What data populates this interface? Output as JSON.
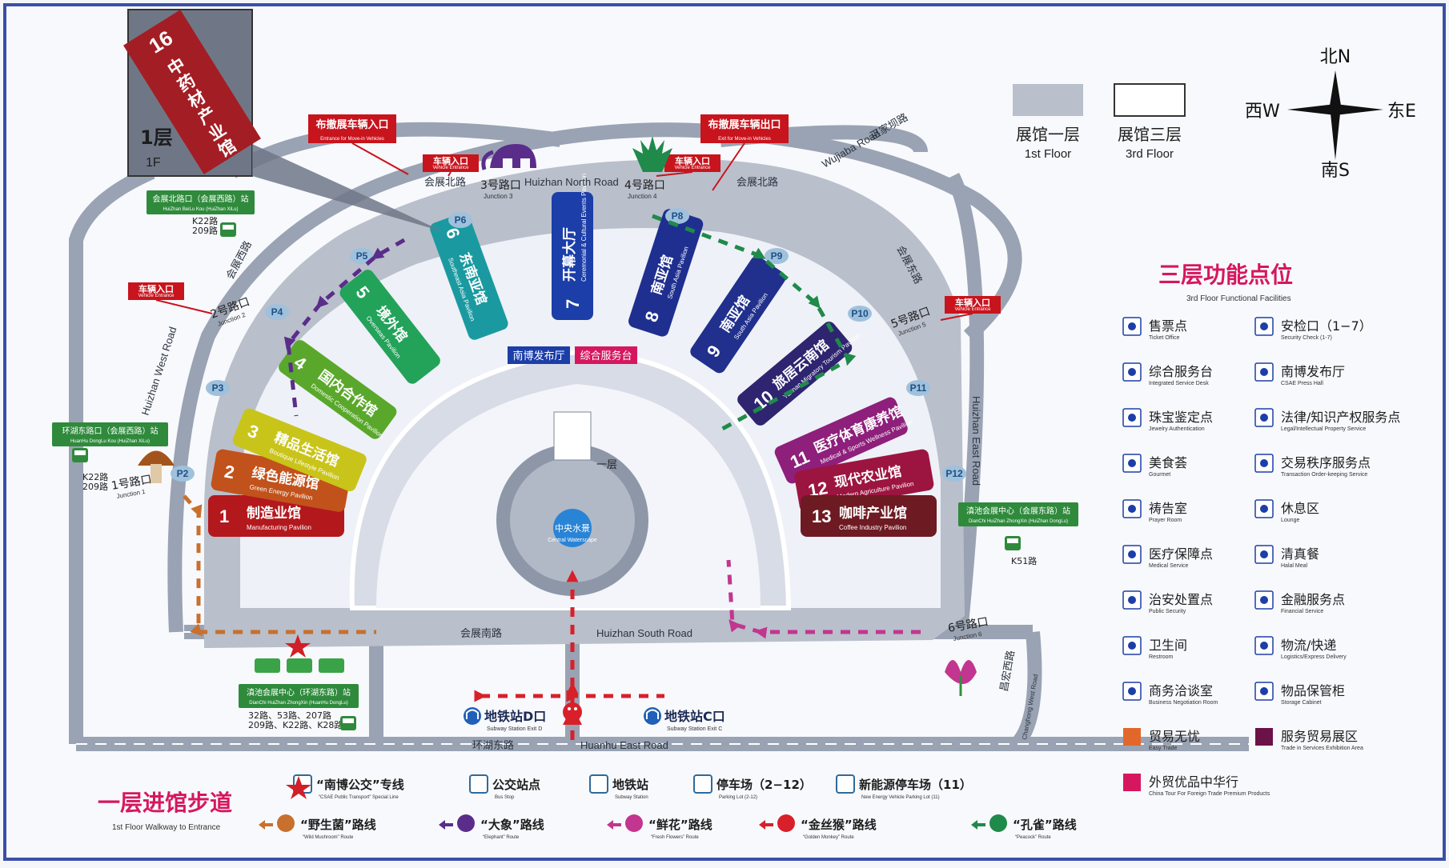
{
  "building": {
    "hall16_num": "16",
    "hall16_name": "中药材产业馆",
    "floor_cn": "1层",
    "floor_en": "1F",
    "central_cn": "中央水景",
    "central_en": "Central Waterscape",
    "first_floor": "一层",
    "press_hall": "南博发布厅",
    "service_desk": "综合服务台"
  },
  "pavilions": [
    {
      "num": "1",
      "cn": "制造业馆",
      "en": "Manufacturing Pavilion",
      "color": "#b3181d"
    },
    {
      "num": "2",
      "cn": "绿色能源馆",
      "en": "Green Energy Pavilion",
      "color": "#c2521b"
    },
    {
      "num": "3",
      "cn": "精品生活馆",
      "en": "Boutique Lifestyle Pavilion",
      "color": "#c9c41a"
    },
    {
      "num": "4",
      "cn": "国内合作馆",
      "en": "Domestic Cooperation Pavilion",
      "color": "#5aa82b"
    },
    {
      "num": "5",
      "cn": "境外馆",
      "en": "Overseas Pavilion",
      "color": "#23a25a"
    },
    {
      "num": "6",
      "cn": "东南亚馆",
      "en": "Southeast Asia Pavilion",
      "color": "#1a9aa0"
    },
    {
      "num": "7",
      "cn": "开幕大厅",
      "en": "Ceremonial & Cultural Events Pavilion",
      "color": "#1c3ea8"
    },
    {
      "num": "8",
      "cn": "南亚馆",
      "en": "South Asia Pavilion",
      "color": "#1f2f8f"
    },
    {
      "num": "9",
      "cn": "南亚馆",
      "en": "South Asia Pavilion",
      "color": "#20308c"
    },
    {
      "num": "10",
      "cn": "旅居云南馆",
      "en": "Yunnan Migratory Tourism Pavilion",
      "color": "#2e2470"
    },
    {
      "num": "11",
      "cn": "医疗体育康养馆",
      "en": "Medical & Sports Wellness Pavilion",
      "color": "#8e1f7b"
    },
    {
      "num": "12",
      "cn": "现代农业馆",
      "en": "Modern Agriculture Pavilion",
      "color": "#9c1540"
    },
    {
      "num": "13",
      "cn": "咖啡产业馆",
      "en": "Coffee Industry Pavilion",
      "color": "#6e1a22"
    }
  ],
  "roads": {
    "north_cn": "会展北路",
    "north_en": "Huizhan North Road",
    "south_cn": "会展南路",
    "south_en": "Huizhan South Road",
    "west_cn": "会展西路",
    "west_en": "Huizhan West Road",
    "east_cn": "会展东路",
    "east_en": "Huizhan East Road",
    "wujiaba_cn": "巫家坝路",
    "wujiaba_en": "Wujiaba Road",
    "huanhu_cn": "环湖东路",
    "huanhu_en": "Huanhu East Road",
    "changhong_cn": "昌宏西路",
    "changhong_en": "Changhong West Road"
  },
  "junctions": [
    {
      "cn": "1号路口",
      "en": "Junction 1"
    },
    {
      "cn": "2号路口",
      "en": "Junction 2"
    },
    {
      "cn": "3号路口",
      "en": "Junction 3"
    },
    {
      "cn": "4号路口",
      "en": "Junction 4"
    },
    {
      "cn": "5号路口",
      "en": "Junction 5"
    },
    {
      "cn": "6号路口",
      "en": "Junction 6"
    }
  ],
  "callouts": {
    "move_in_cn": "布撤展车辆入口",
    "move_in_en": "Entrance for Move-in Vehicles",
    "move_out_cn": "布撤展车辆出口",
    "move_out_en": "Exit for Move-in Vehicles",
    "vehicle_cn": "车辆入口",
    "vehicle_en": "Vehicle Entrance"
  },
  "stations": {
    "north_cn": "会展北路口（会展西路）站",
    "north_en": "HuiZhan BeiLu Kou (HuiZhan XiLu)",
    "north_lines": "K22路\n209路",
    "west_cn": "环湖东路口（会展西路）站",
    "west_en": "HuanHu DongLu Kou (HuiZhan XiLu)",
    "west_lines_a": "K22路",
    "west_lines_b": "209路",
    "east_cn": "滇池会展中心（会展东路）站",
    "east_en": "DianChi HuiZhan ZhongXin (HuiZhan DongLu)",
    "east_lines": "K51路",
    "south_cn": "滇池会展中心（环湖东路）站",
    "south_en": "DianChi HuiZhan ZhongXin (HuanHu DongLu)",
    "south_lines_a": "32路、53路、207路",
    "south_lines_b": "209路、K22路、K28路",
    "subway_d_cn": "地铁站D口",
    "subway_d_en": "Subway Station Exit D",
    "subway_c_cn": "地铁站C口",
    "subway_c_en": "Subway Station Exit C"
  },
  "parking": [
    "P2",
    "P3",
    "P4",
    "P5",
    "P6",
    "P8",
    "P9",
    "P10",
    "P11",
    "P12"
  ],
  "floor_legend": {
    "f1_cn": "展馆一层",
    "f1_en": "1st Floor",
    "f3_cn": "展馆三层",
    "f3_en": "3rd Floor",
    "f1_color": "#b9bfcb",
    "f3_color": "#ffffff"
  },
  "compass": {
    "n": "北N",
    "s": "南S",
    "e": "东E",
    "w": "西W"
  },
  "facilities": {
    "title_cn": "三层功能点位",
    "title_en": "3rd Floor Functional Facilities",
    "items": [
      {
        "cn": "售票点",
        "en": "Ticket Office",
        "icon": "ticket-icon"
      },
      {
        "cn": "安检口（1−7）",
        "en": "Security Check (1-7)",
        "icon": "security-icon"
      },
      {
        "cn": "综合服务台",
        "en": "Integrated Service Desk",
        "icon": "service-desk-icon"
      },
      {
        "cn": "南博发布厅",
        "en": "CSAE Press Hall",
        "icon": "press-icon"
      },
      {
        "cn": "珠宝鉴定点",
        "en": "Jewelry Authentication",
        "icon": "jewelry-icon"
      },
      {
        "cn": "法律/知识产权服务点",
        "en": "Legal/Intellectual Property Service",
        "icon": "legal-icon"
      },
      {
        "cn": "美食荟",
        "en": "Gourmet",
        "icon": "food-icon"
      },
      {
        "cn": "交易秩序服务点",
        "en": "Transaction Order-keeping Service",
        "icon": "12315-icon"
      },
      {
        "cn": "祷告室",
        "en": "Prayer Room",
        "icon": "prayer-icon"
      },
      {
        "cn": "休息区",
        "en": "Lounge",
        "icon": "lounge-icon"
      },
      {
        "cn": "医疗保障点",
        "en": "Medical Service",
        "icon": "medical-icon"
      },
      {
        "cn": "清真餐",
        "en": "Halal Meal",
        "icon": "halal-icon"
      },
      {
        "cn": "治安处置点",
        "en": "Public Security",
        "icon": "police-icon"
      },
      {
        "cn": "金融服务点",
        "en": "Financial Service",
        "icon": "finance-icon"
      },
      {
        "cn": "卫生间",
        "en": "Restroom",
        "icon": "restroom-icon"
      },
      {
        "cn": "物流/快递",
        "en": "Logistics/Express Delivery",
        "icon": "logistics-icon"
      },
      {
        "cn": "商务洽谈室",
        "en": "Business Negotiation Room",
        "icon": "business-icon"
      },
      {
        "cn": "物品保管柜",
        "en": "Storage Cabinet",
        "icon": "storage-icon"
      },
      {
        "cn": "贸易无忧",
        "en": "Easy Trade",
        "icon": "easy-trade-icon",
        "color": "#e2672b"
      },
      {
        "cn": "服务贸易展区",
        "en": "Trade in Services Exhibition Area",
        "icon": "services-area-icon",
        "color": "#6b1248"
      },
      {
        "cn": "外贸优品中华行",
        "en": "China Tour For Foreign Trade Premium Products",
        "icon": "china-tour-icon",
        "color": "#d6175f"
      }
    ]
  },
  "walkway_legend": {
    "title_cn": "一层进馆步道",
    "title_en": "1st Floor Walkway to Entrance",
    "items": [
      {
        "cn": "“南博公交”专线",
        "en": "“CSAE Public Transport” Special Line",
        "icon": "bus-star-icon"
      },
      {
        "cn": "公交站点",
        "en": "Bus Stop",
        "icon": "bus-stop-icon"
      },
      {
        "cn": "地铁站",
        "en": "Subway Station",
        "icon": "subway-icon"
      },
      {
        "cn": "停车场（2−12）",
        "en": "Parking Lot (2-12)",
        "icon": "parking-icon"
      },
      {
        "cn": "新能源停车场（11）",
        "en": "New Energy Vehicle Parking Lot (11)",
        "icon": "ev-parking-icon"
      },
      {
        "cn": "“野生菌”路线",
        "en": "“Wild Mushroom” Route",
        "icon": "mushroom-icon",
        "color": "#c8702e"
      },
      {
        "cn": "“大象”路线",
        "en": "“Elephant” Route",
        "icon": "elephant-icon",
        "color": "#5a2d8a"
      },
      {
        "cn": "“鲜花”路线",
        "en": "“Fresh Flowers” Route",
        "icon": "flower-icon",
        "color": "#c2368f"
      },
      {
        "cn": "“金丝猴”路线",
        "en": "“Golden Monkey” Route",
        "icon": "monkey-icon",
        "color": "#d8202a"
      },
      {
        "cn": "“孔雀”路线",
        "en": "“Peacock” Route",
        "icon": "peacock-icon",
        "color": "#1f8a4a"
      }
    ]
  }
}
